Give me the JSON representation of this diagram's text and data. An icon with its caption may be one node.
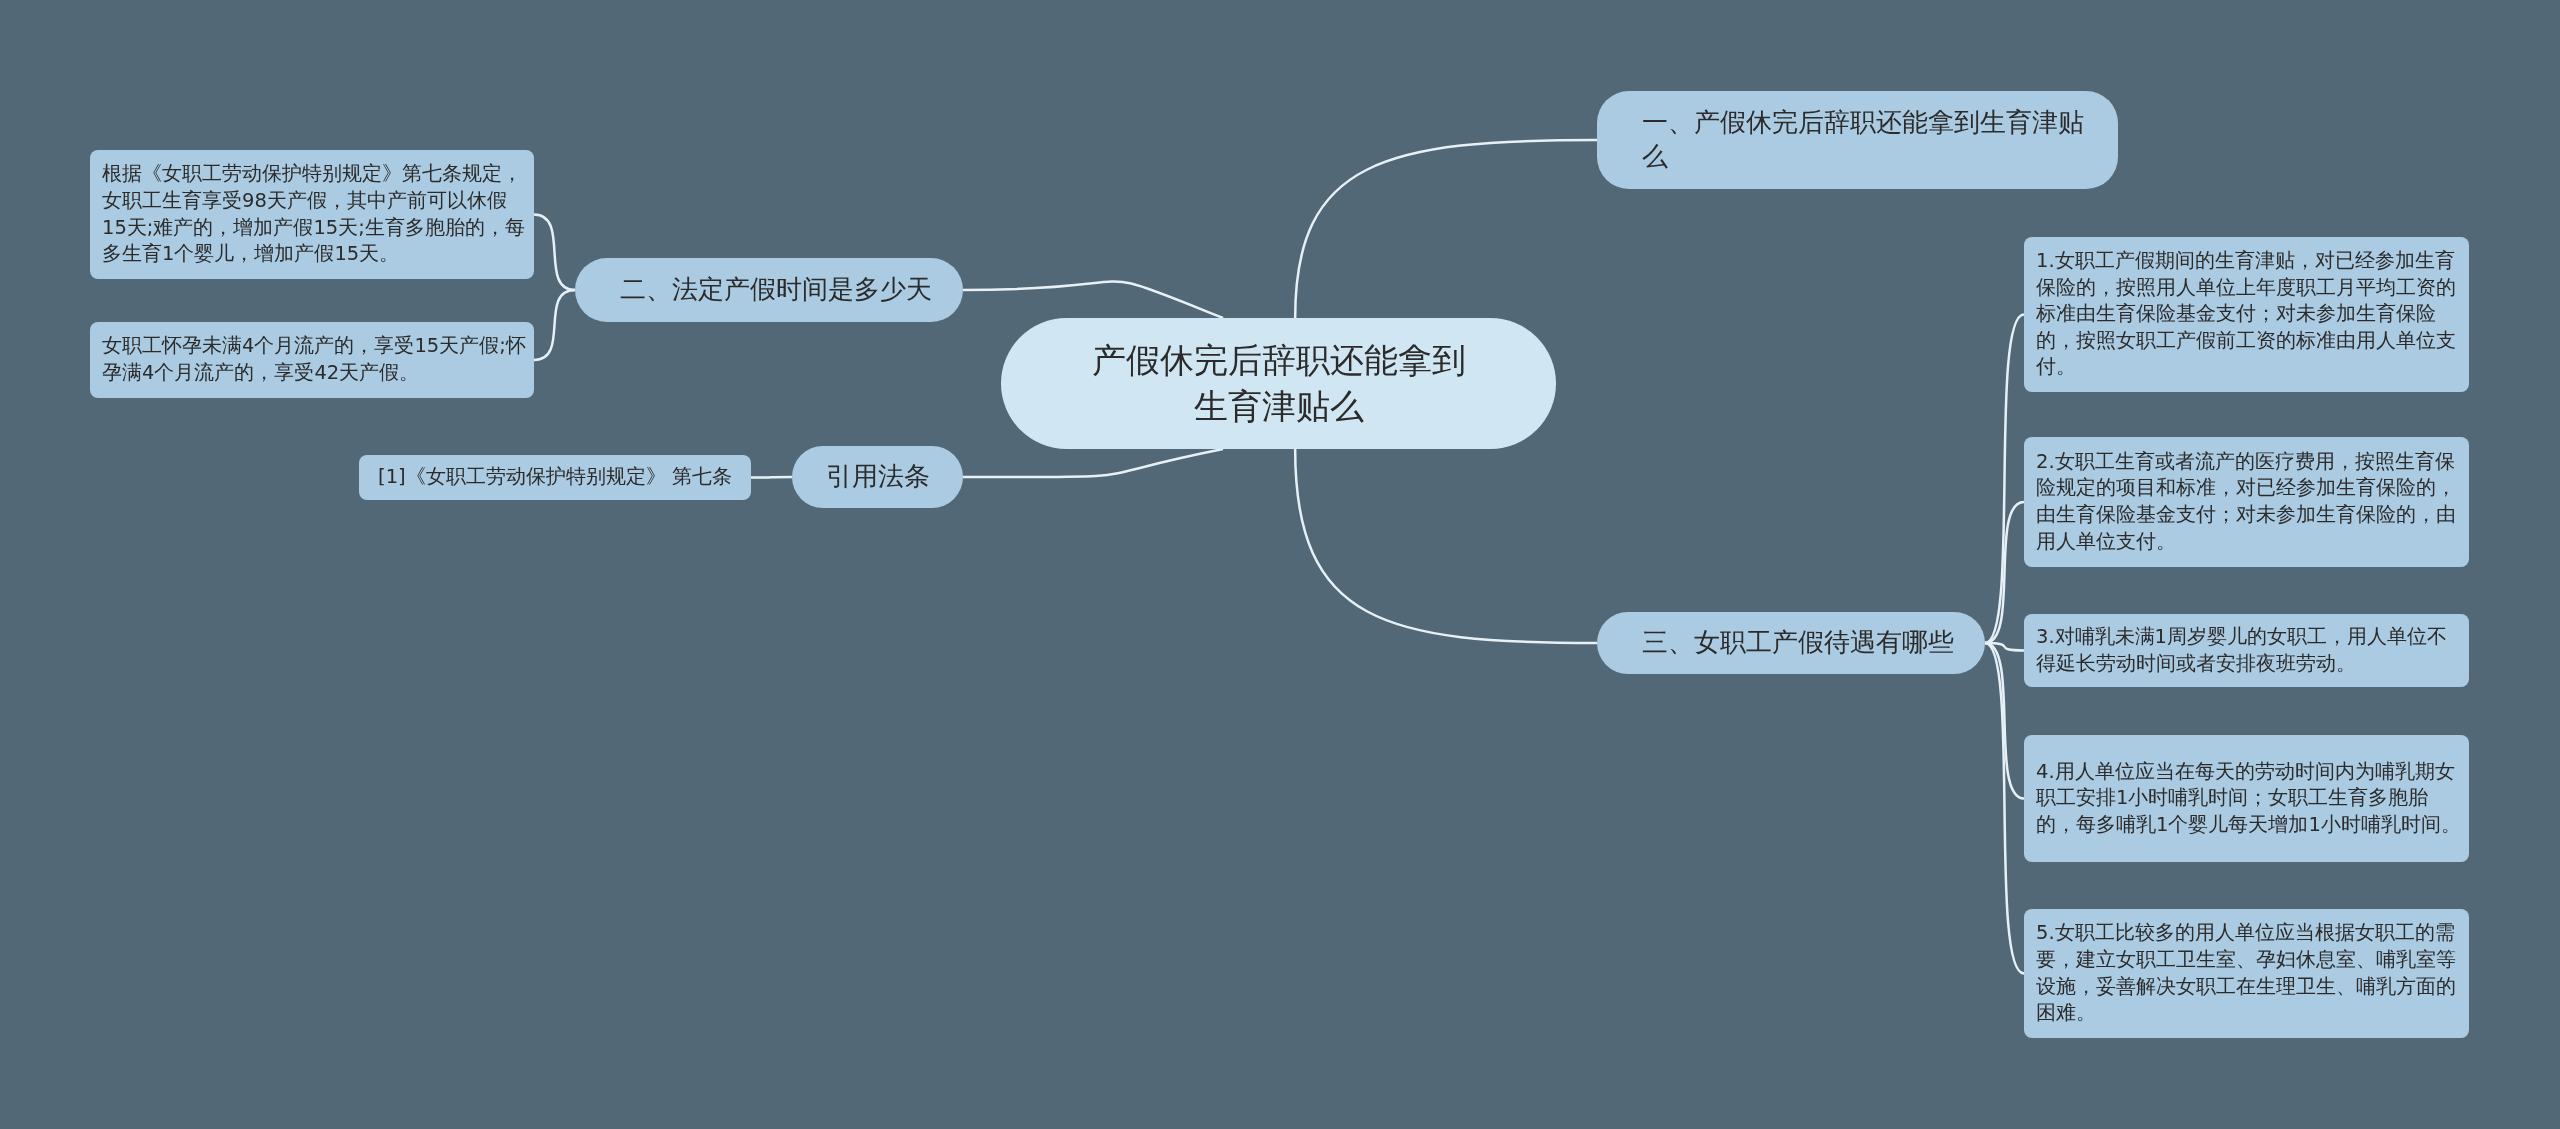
{
  "diagram": {
    "nodes": [
      {
        "text": [
          "产假休完后辞职还能拿到生育津贴么"
        ]
      },
      {
        "text": [
          "一、产假休完后辞职还能拿到生育津贴么"
        ]
      },
      {
        "text": [
          "二、法定产假时间是多少天"
        ]
      },
      {
        "text": [
          "根据《女职工劳动保护特别规定》第七条规定，女职工生育享受98天产假，其中产前可以休假15天;难产的，增加产假15天;生育多胞胎的，每多生育1个婴儿，增加产假15天。"
        ]
      },
      {
        "text": [
          "女职工怀孕未满4个月流产的，享受15天产假;怀孕满4个月流产的，享受42天产假。"
        ]
      },
      {
        "text": [
          "引用法条"
        ]
      },
      {
        "text": [
          "[1]《女职工劳动保护特别规定》 第七条"
        ]
      },
      {
        "text": [
          "三、女职工产假待遇有哪些"
        ]
      },
      {
        "text": [
          "1.女职工产假期间的生育津贴，对已经参加生育保险的，按照用人单位上年度职工月平均工资的标准由生育保险基金支付；对未参加生育保险的，按照女职工产假前工资的标准由用人单位支付。"
        ]
      },
      {
        "text": [
          "2.女职工生育或者流产的医疗费用，按照生育保险规定的项目和标准，对已经参加生育保险的，由生育保险基金支付；对未参加生育保险的，由用人单位支付。"
        ]
      },
      {
        "text": [
          "3.对哺乳未满1周岁婴儿的女职工，用人单位不得延长劳动时间或者安排夜班劳动。"
        ]
      },
      {
        "text": [
          "4.用人单位应当在每天的劳动时间内为哺乳期女职工安排1小时哺乳时间；女职工生育多胞胎的，每多哺乳1个婴儿每天增加1小时哺乳时间。"
        ]
      },
      {
        "text": [
          "5.女职工比较多的用人单位应当根据女职工的需要，建立女职工卫生室、孕妇休息室、哺乳室等设施，妥善解决女职工在生理卫生、哺乳方面的困难。"
        ]
      }
    ],
    "edges": [
      {
        "from": 0,
        "to": 1,
        "arrow": "none"
      },
      {
        "from": 0,
        "to": 2,
        "arrow": "none"
      },
      {
        "from": 0,
        "to": 5,
        "arrow": "none"
      },
      {
        "from": 0,
        "to": 7,
        "arrow": "none"
      },
      {
        "from": 2,
        "to": 3,
        "arrow": "none"
      },
      {
        "from": 2,
        "to": 4,
        "arrow": "none"
      },
      {
        "from": 5,
        "to": 6,
        "arrow": "none"
      },
      {
        "from": 7,
        "to": 8,
        "arrow": "none"
      },
      {
        "from": 7,
        "to": 9,
        "arrow": "none"
      },
      {
        "from": 7,
        "to": 10,
        "arrow": "none"
      },
      {
        "from": 7,
        "to": 11,
        "arrow": "none"
      },
      {
        "from": 7,
        "to": 12,
        "arrow": "none"
      }
    ]
  }
}
